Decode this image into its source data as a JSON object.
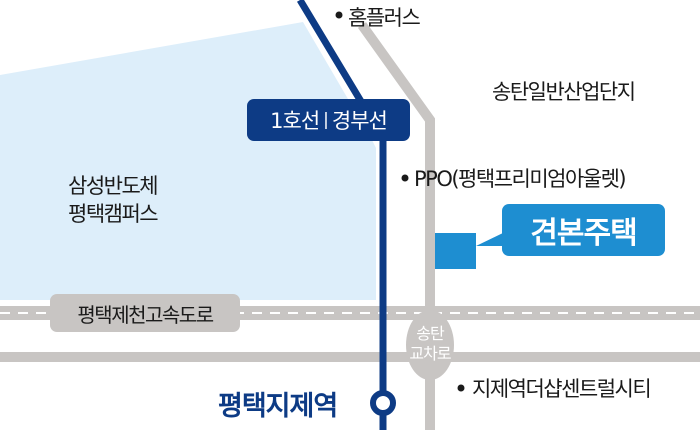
{
  "labels": {
    "homeplus": "홈플러스",
    "industrial_complex": "송탄일반산업단지",
    "rail_line": "1호선",
    "rail_line_sep": "|",
    "rail_line2": "경부선",
    "ppo": "PPO(평택프리미엄아울렛)",
    "model_house": "견본주택",
    "samsung_line1": "삼성반도체",
    "samsung_line2": "평택캠퍼스",
    "expressway": "평택제천고속도로",
    "junction_line1": "송탄",
    "junction_line2": "교차로",
    "station": "평택지제역",
    "apartment": "지제역더샵센트럴시티"
  },
  "colors": {
    "rail": "#0d3b85",
    "road": "#c8c5c3",
    "campus": "#ddeefa",
    "model_house": "#1e8ed1"
  }
}
